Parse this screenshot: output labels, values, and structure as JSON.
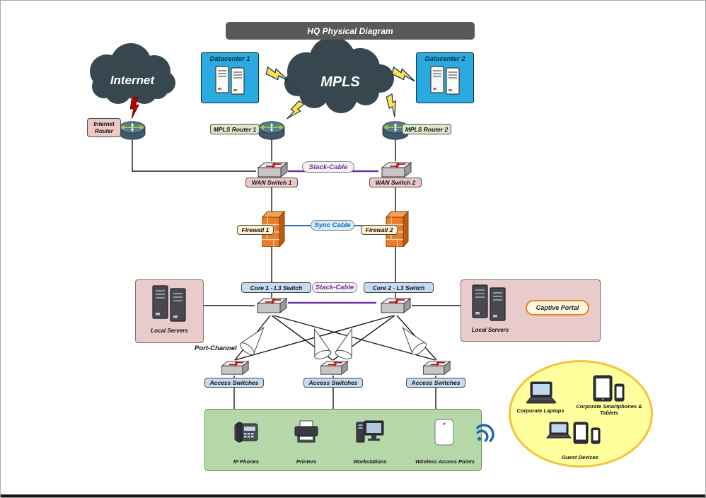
{
  "title": "HQ Physical Diagram",
  "clouds": {
    "internet": "Internet",
    "mpls": "MPLS"
  },
  "datacenters": {
    "dc1": "Datacenter 1",
    "dc2": "Datacenter 2"
  },
  "routers": {
    "internet": "Internet Router",
    "mpls1": "MPLS Router 1",
    "mpls2": "MPLS Router 2"
  },
  "wan_switches": {
    "sw1": "WAN Switch 1",
    "sw2": "WAN Switch 2"
  },
  "firewalls": {
    "fw1": "Firewall 1",
    "fw2": "Firewall 2"
  },
  "cores": {
    "core1": "Core 1 - L3 Switch",
    "core2": "Core 2 - L3 Switch"
  },
  "cables": {
    "stack_wan": "Stack-Cable",
    "sync": "Sync Cable",
    "stack_core": "Stack-Cable"
  },
  "port_channel": "Port-Channel",
  "servers": {
    "left": "Local Servers",
    "right": "Local Servers"
  },
  "captive_portal": "Captive Portal",
  "access_switches": {
    "as1": "Access Switches",
    "as2": "Access Switches",
    "as3": "Access Switches"
  },
  "lan_devices": {
    "ip_phones": "IP Phones",
    "printers": "Printers",
    "workstations": "Workstations",
    "waps": "Wireless Access Points"
  },
  "wireless_clients": {
    "corporate_laptops": "Corporate Laptops",
    "corporate_mobiles": "Corporate Smartphones & Tablets",
    "guests": "Guest Devices"
  },
  "colors": {
    "cloud": "#37474F",
    "datacenter_fill": "#29ABE2",
    "stack_cable": "#7030A0",
    "sync_cable": "#0070C0",
    "lan_zone_fill": "#B6D7A8",
    "wireless_zone_fill": "#FFFF9E",
    "wireless_zone_border": "#F5C33B",
    "wifi": "#1A66B8",
    "bolt_yellow": "#FFE14D",
    "bolt_red": "#C00000",
    "title_bar": "#595959"
  }
}
